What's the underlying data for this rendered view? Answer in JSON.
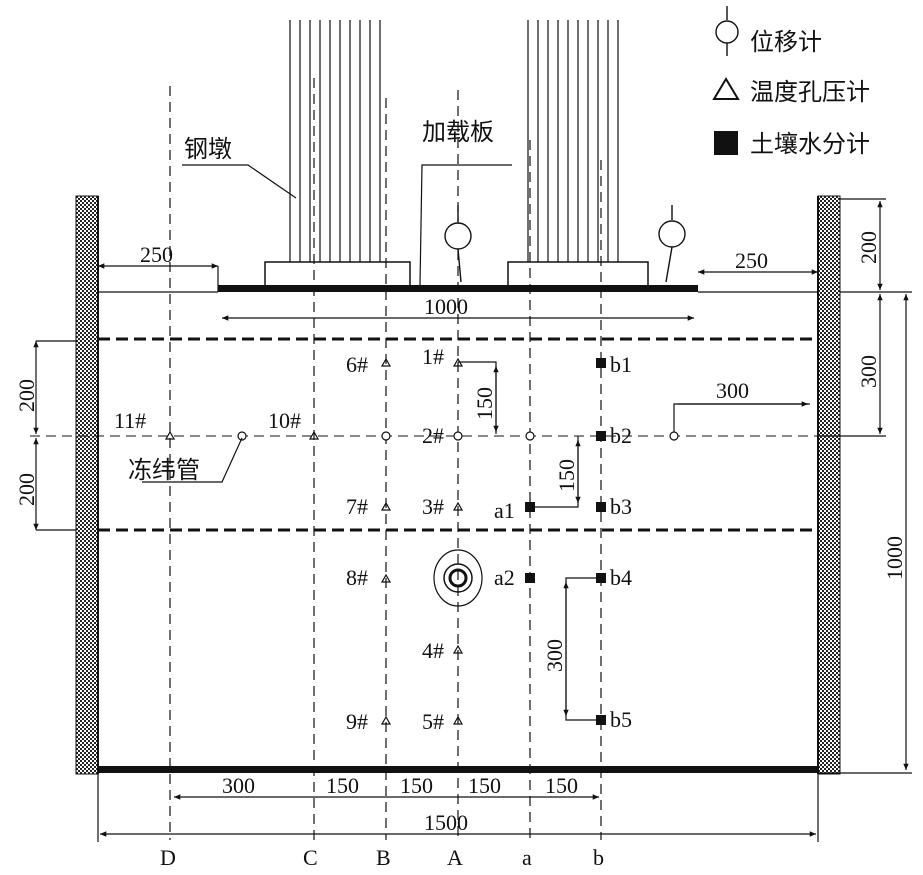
{
  "legend": {
    "displacement_meter": "位移计",
    "temp_pore_pressure_meter": "温度孔压计",
    "soil_moisture_meter": "土壤水分计"
  },
  "labels": {
    "steel_pier": "钢墩",
    "loading_plate": "加载板",
    "freezing_tube": "冻纬管"
  },
  "dimensions": {
    "left_gap": "250",
    "right_gap": "250",
    "plate_width": "1000",
    "right_top": "200",
    "right_mid": "300",
    "right_depth": "1000",
    "left_upper": "200",
    "left_lower": "200",
    "sensor_1_2": "150",
    "sensor_2_3": "150",
    "right_pipe": "300",
    "b4_b5": "300",
    "total_width": "1500",
    "bottom_segments": [
      "300",
      "150",
      "150",
      "150",
      "150"
    ]
  },
  "axes": [
    "D",
    "C",
    "B",
    "A",
    "a",
    "b"
  ],
  "sensors": {
    "temperature": [
      "1#",
      "2#",
      "3#",
      "4#",
      "5#",
      "6#",
      "7#",
      "8#",
      "9#",
      "10#",
      "11#"
    ],
    "moisture": [
      "b1",
      "b2",
      "b3",
      "b4",
      "b5",
      "a1",
      "a2"
    ]
  },
  "colors": {
    "line": "#111111",
    "hatch": "#333333",
    "background": "#ffffff"
  }
}
